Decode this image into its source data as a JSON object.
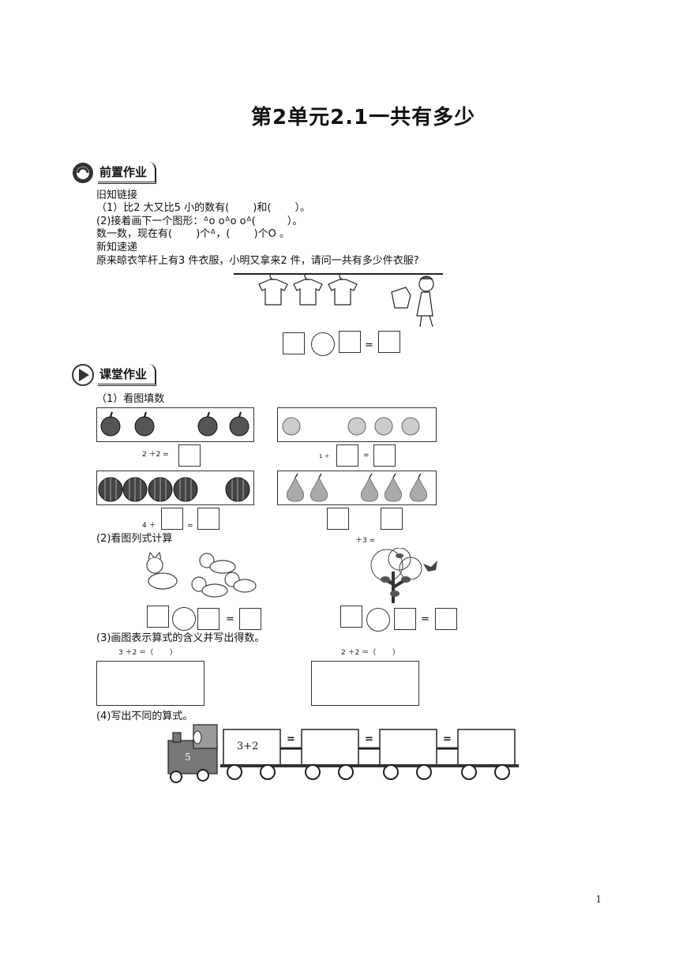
{
  "title": "第2单元2.1一共有多少",
  "sections": {
    "pre": {
      "label": "前置作业",
      "old_knowledge": "旧知链接",
      "q1": "（1）比2 大又比5 小的数有(　　 )和(　　 ）。",
      "q2_prefix": "(2)接着画下一个图形：",
      "q2_sequence": "ᐞo oᐞo oᐞ(",
      "q2_suffix": "）。",
      "q3": "数一数，现在有(　　 )个ᐞ，(　　 )个O 。",
      "new_knowledge": "新知速递",
      "problem": "原来晾衣竿杆上有3 件衣服，小明又拿来2 件，请问一共有多少件衣服?",
      "equals": "="
    },
    "class": {
      "label": "课堂作业",
      "q1_title": "（1）看图填数",
      "apple_eq": "2 ＋2 =",
      "peach_eq": "1 ＋",
      "peach_eq_sign": "=",
      "melon_eq": "4 ＋",
      "melon_eq_sign": "=",
      "pear_eq": "＋3 =",
      "q2_title": "(2)看图列式计算",
      "eq_sign": "=",
      "q3_title": "(3)画图表示算式的含义并写出得数。",
      "q3_left": "3 ＋2 ＝（　　 ）",
      "q3_right": "2 ＋2 ＝（　　 ）",
      "q4_title": "(4)写出不同的算式。",
      "train_engine": "5",
      "train_car1": "3+2",
      "train_eq": "="
    }
  },
  "page_number": "1"
}
